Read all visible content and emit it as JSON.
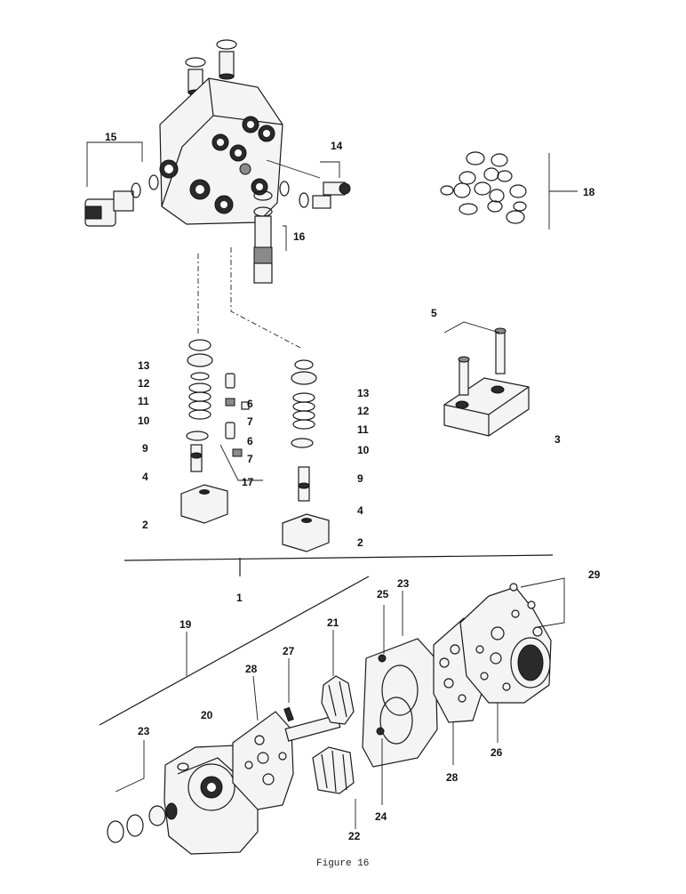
{
  "figure": {
    "caption": "Figure 16"
  },
  "callouts": {
    "c1": "1",
    "c2a": "2",
    "c2b": "2",
    "c3": "3",
    "c4a": "4",
    "c4b": "4",
    "c5": "5",
    "c6": "6",
    "c6b": "6",
    "c7": "7",
    "c7b": "7",
    "c9a": "9",
    "c9b": "9",
    "c10a": "10",
    "c10b": "10",
    "c11a": "11",
    "c11b": "11",
    "c12a": "12",
    "c12b": "12",
    "c13a": "13",
    "c13b": "13",
    "c14": "14",
    "c15": "15",
    "c16": "16",
    "c17": "17",
    "c18": "18",
    "c19": "19",
    "c20": "20",
    "c21": "21",
    "c22": "22",
    "c23a": "23",
    "c23b": "23",
    "c24": "24",
    "c25": "25",
    "c26": "26",
    "c27": "27",
    "c28a": "28",
    "c28b": "28",
    "c29": "29"
  }
}
